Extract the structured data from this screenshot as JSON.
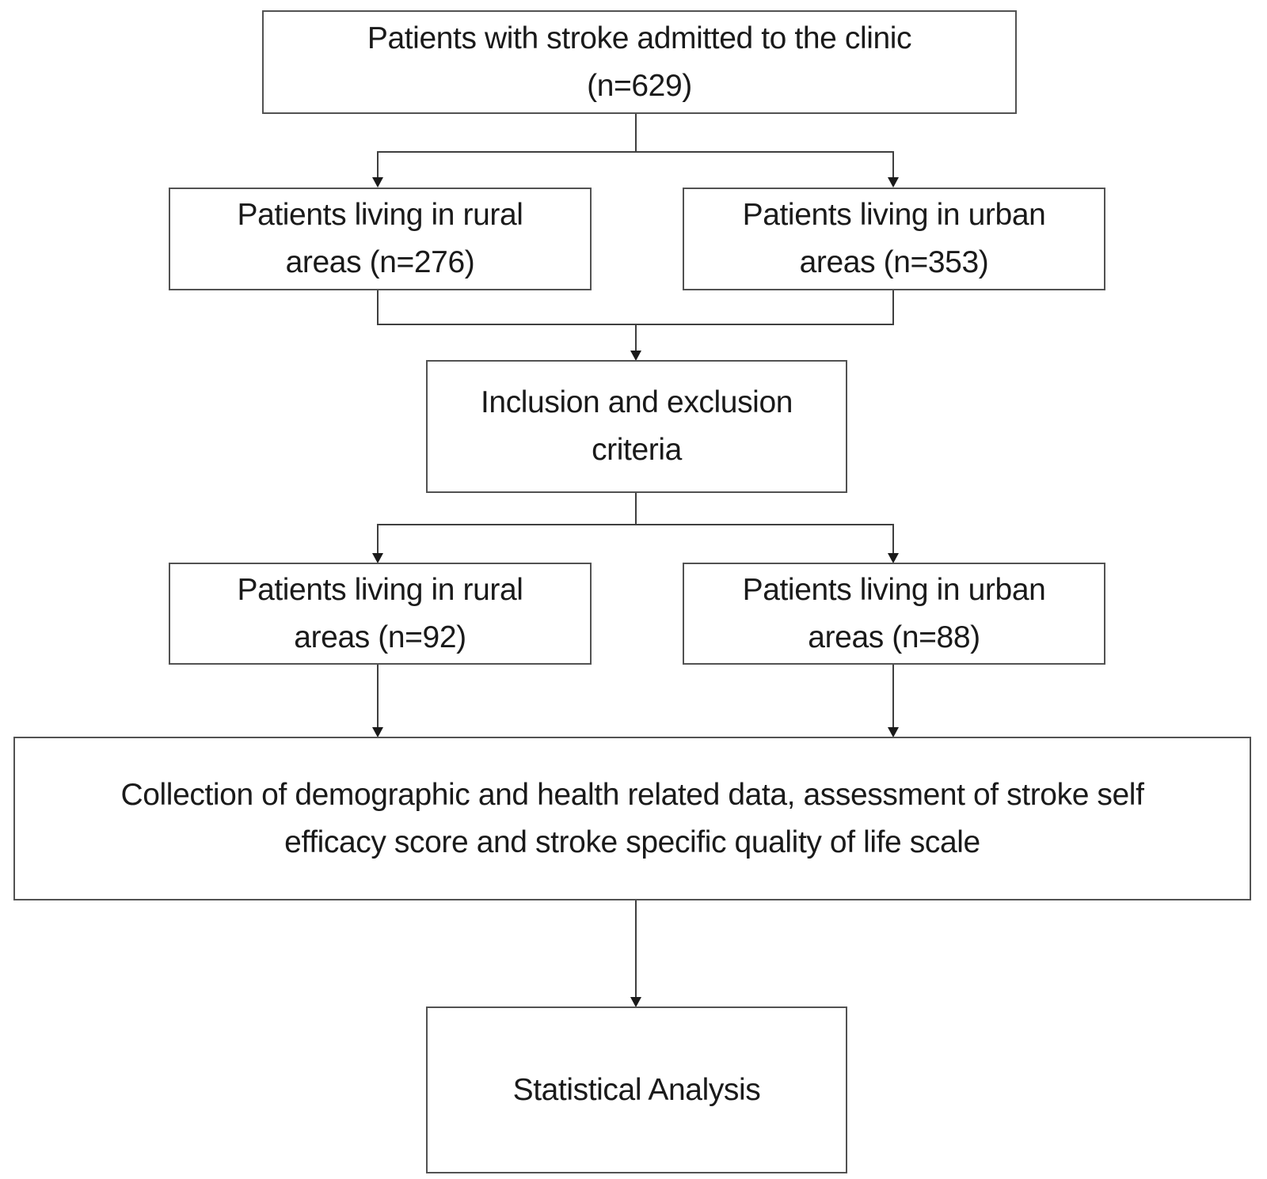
{
  "diagram": {
    "type": "flowchart",
    "nodes": {
      "admitted": {
        "line1": "Patients with stroke admitted to the clinic",
        "line2": "(n=629)"
      },
      "rural_initial": {
        "line1": "Patients living in rural",
        "line2": "areas (n=276)"
      },
      "urban_initial": {
        "line1": "Patients living in urban",
        "line2": "areas (n=353)"
      },
      "criteria": {
        "line1": "Inclusion and exclusion",
        "line2": "criteria"
      },
      "rural_included": {
        "line1": "Patients living in rural",
        "line2": "areas (n=92)"
      },
      "urban_included": {
        "line1": "Patients living in urban",
        "line2": "areas (n=88)"
      },
      "collection": {
        "line1": "Collection of demographic and health related data, assessment of stroke self",
        "line2": "efficacy score and stroke specific quality of life scale"
      },
      "analysis": {
        "label": "Statistical Analysis"
      }
    },
    "edges": [
      "admitted -> rural_initial",
      "admitted -> urban_initial",
      "rural_initial -> criteria",
      "urban_initial -> criteria",
      "criteria -> rural_included",
      "criteria -> urban_included",
      "rural_included -> collection",
      "urban_included -> collection",
      "collection -> analysis"
    ]
  },
  "colors": {
    "box_border": "#525252",
    "connector": "#3f3f3f",
    "arrowhead": "#1a1a1a",
    "text": "#1a1a1a",
    "background": "#ffffff"
  }
}
